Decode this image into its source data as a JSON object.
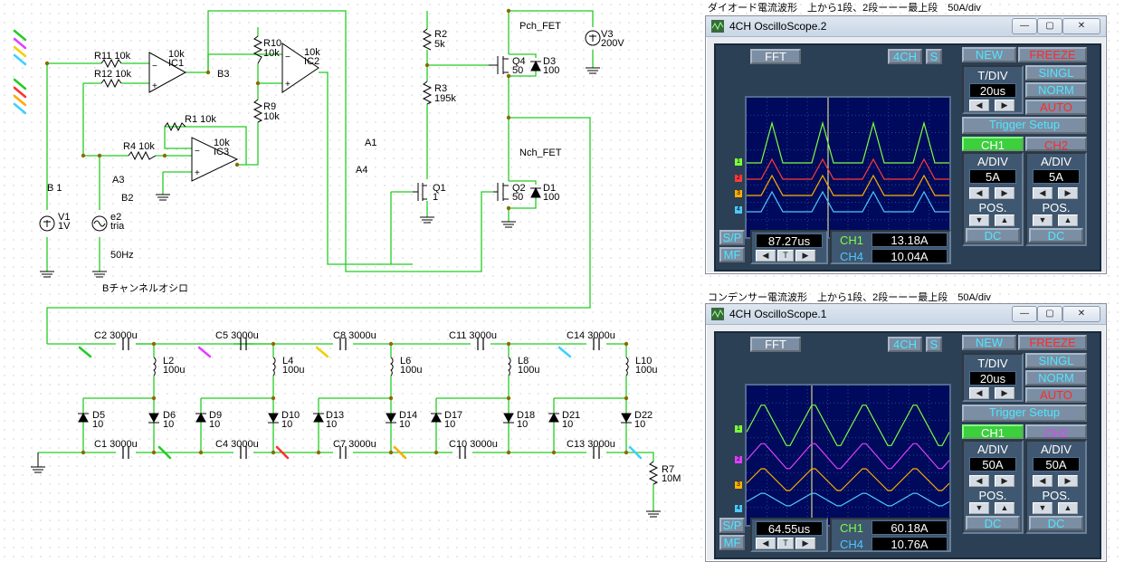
{
  "schematic": {
    "title": "サイン波の上側PWM信号作成",
    "labels": {
      "r11": "R11 10k",
      "r12": "R12 10k",
      "ic1_val": "10k",
      "ic1": "IC1",
      "b3": "B3",
      "r10": "R10",
      "r10_val": "10k",
      "ic2_val": "10k",
      "ic2": "IC2",
      "r9": "R9",
      "r9_val": "10k",
      "r1": "R1 10k",
      "r4": "R4 10k",
      "ic3_val": "10k",
      "ic3": "IC3",
      "a3": "A3",
      "b2": "B2",
      "b1": "B 1",
      "v1": "V1",
      "v1_val": "1V",
      "e2": "e2",
      "e2_val": "tria",
      "freq": "50Hz",
      "bottom_note": "Bチャンネルオシロ",
      "r2": "R2",
      "r2_val": "5k",
      "r3": "R3",
      "r3_val": "195k",
      "a1": "A1",
      "a4": "A4",
      "q1": "Q1",
      "q1_val": "1",
      "pch": "Pch_FET",
      "q4": "Q4",
      "q4_val": "50",
      "d3": "D3",
      "d3_val": "100",
      "v3": "V3",
      "v3_val": "200V",
      "nch": "Nch_FET",
      "q2": "Q2",
      "q2_val": "50",
      "d1": "D1",
      "d1_val": "100",
      "c2": "C2 3000u",
      "c5": "C5 3000u",
      "c8": "C8 3000u",
      "c11": "C11 3000u",
      "c14": "C14 3000u",
      "c1": "C1 3000u",
      "c4": "C4 3000u",
      "c7": "C7 3000u",
      "c10": "C10 3000u",
      "c13": "C13 3000u",
      "l2": "L2",
      "l2_val": "100u",
      "l4": "L4",
      "l4_val": "100u",
      "l6": "L6",
      "l6_val": "100u",
      "l8": "L8",
      "l8_val": "100u",
      "l10": "L10",
      "l10_val": "100u",
      "d5": "D5",
      "d5_val": "10",
      "d6": "D6",
      "d6_val": "10",
      "d9": "D9",
      "d9_val": "10",
      "d10": "D10",
      "d10_val": "10",
      "d13": "D13",
      "d13_val": "10",
      "d14": "D14",
      "d14_val": "10",
      "d17": "D17",
      "d17_val": "10",
      "d18": "D18",
      "d18_val": "10",
      "d21": "D21",
      "d21_val": "10",
      "d22": "D22",
      "d22_val": "10",
      "r7": "R7",
      "r7_val": "10M"
    }
  },
  "scope2": {
    "caption": "ダイオード電流波形　上から1段、2段ーーー最上段　50A/div",
    "title": "4CH OscilloScope.2",
    "fft": "FFT",
    "four_ch": "4CH",
    "s": "S",
    "new": "NEW",
    "freeze": "FREEZE",
    "tdiv_label": "T/DIV",
    "tdiv": "20us",
    "singl": "SINGL",
    "norm": "NORM",
    "auto": "AUTO",
    "trigger": "Trigger Setup",
    "ch1": "CH1",
    "ch2": "CH2",
    "adiv_label": "A/DIV",
    "adiv1": "5A",
    "adiv2": "5A",
    "pos_label": "POS.",
    "dc": "DC",
    "sp": "S/P",
    "mf": "MF",
    "time": "87.27us",
    "t_btn": "T",
    "ch1_lbl": "CH1",
    "ch1_val": "13.18A",
    "ch4_lbl": "CH4",
    "ch4_val": "10.04A",
    "marker_labels": [
      "1",
      "2",
      "3",
      "4"
    ]
  },
  "scope1": {
    "caption": "コンデンサー電流波形　上から1段、2段ーーー最上段　50A/div",
    "title": "4CH OscilloScope.1",
    "fft": "FFT",
    "four_ch": "4CH",
    "s": "S",
    "new": "NEW",
    "freeze": "FREEZE",
    "tdiv_label": "T/DIV",
    "tdiv": "20us",
    "singl": "SINGL",
    "norm": "NORM",
    "auto": "AUTO",
    "trigger": "Trigger Setup",
    "ch1": "CH1",
    "ch2": "CH2",
    "adiv_label": "A/DIV",
    "adiv1": "50A",
    "adiv2": "50A",
    "pos_label": "POS.",
    "dc": "DC",
    "sp": "S/P",
    "mf": "MF",
    "time": "64.55us",
    "t_btn": "T",
    "ch1_lbl": "CH1",
    "ch1_val": "60.18A",
    "ch4_lbl": "CH4",
    "ch4_val": "10.76A",
    "marker_labels": [
      "1",
      "2",
      "3",
      "4"
    ]
  },
  "colors": {
    "wire": "#22cc22",
    "node": "#8a6a00",
    "ch1": "#7cff40",
    "ch2": "#ff3a3a",
    "ch3": "#ffb000",
    "ch4": "#4fc8ff",
    "ch2b": "#e040ff"
  }
}
